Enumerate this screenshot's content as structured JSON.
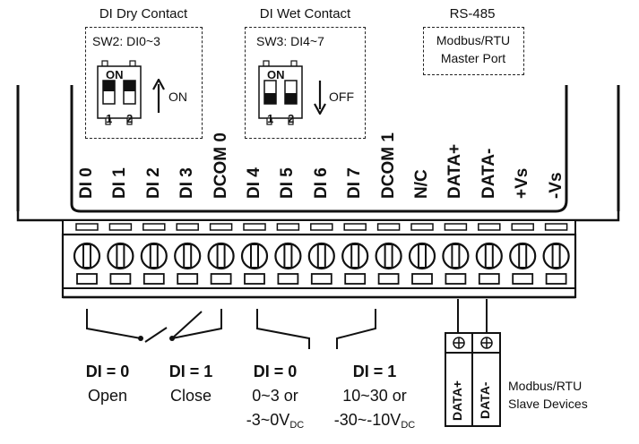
{
  "headers": {
    "dry": "DI Dry Contact",
    "wet": "DI Wet Contact",
    "rs485": "RS-485"
  },
  "switch_dry": {
    "label": "SW2: DI0~3",
    "on_label": "ON",
    "pos1": "1",
    "pos2": "2",
    "direction_label": "ON"
  },
  "switch_wet": {
    "label": "SW3: DI4~7",
    "on_label": "ON",
    "pos1": "1",
    "pos2": "2",
    "direction_label": "OFF"
  },
  "rs485_box": {
    "line1": "Modbus/RTU",
    "line2": "Master Port"
  },
  "terminals": [
    "DI 0",
    "DI 1",
    "DI 2",
    "DI 3",
    "DCOM 0",
    "DI 4",
    "DI 5",
    "DI 6",
    "DI 7",
    "DCOM 1",
    "N/C",
    "DATA+",
    "DATA-",
    "+Vs",
    "-Vs"
  ],
  "dry_contact": {
    "open_state": "DI = 0",
    "open_label": "Open",
    "close_state": "DI = 1",
    "close_label": "Close"
  },
  "wet_contact": {
    "low_state": "DI = 0",
    "low_line1": "0~3 or",
    "low_line2": "-3~0V",
    "high_state": "DI = 1",
    "high_line1": "10~30 or",
    "high_line2": "-30~-10V",
    "unit_sub": "DC"
  },
  "slave": {
    "plus": "DATA+",
    "minus": "DATA-",
    "line1": "Modbus/RTU",
    "line2": "Slave Devices"
  }
}
